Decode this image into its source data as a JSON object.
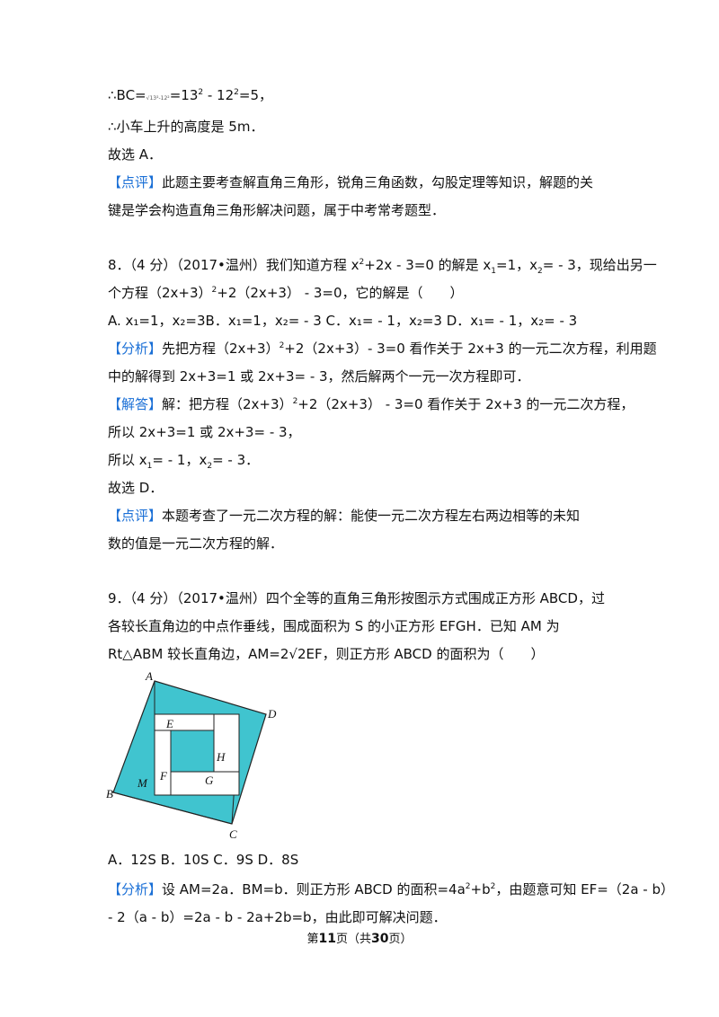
{
  "lines": {
    "l1_a": "∴BC=",
    "l1_b": "√13²-12²",
    "l1_c": "=13",
    "l1_d": "2",
    "l1_e": " - 12",
    "l1_f": "2",
    "l1_g": "=5，",
    "l2": "∴小车上升的高度是 5m．",
    "l3": "故选 A．",
    "l4_tag": "【点评】",
    "l4_text": "此题主要考查解直角三角形，锐角三角函数，勾股定理等知识，解题的关",
    "l5": "键是学会构造直角三角形解决问题，属于中考常考题型．",
    "q8_a": "8．（4 分）（2017•温州）我们知道方程 x",
    "q8_b": "2",
    "q8_c": "+2x - 3=0 的解是 x",
    "q8_d": "1",
    "q8_e": "=1，x",
    "q8_f": "2",
    "q8_g": "= - 3，现给出另一",
    "q8_2a": "个方程（2x+3）",
    "q8_2b": "2",
    "q8_2c": "+2（2x+3） - 3=0，它的解是（　　）",
    "q8_opt": "A. x₁=1，x₂=3B．x₁=1，x₂= - 3 C．x₁= - 1，x₂=3 D．x₁= - 1，x₂= - 3",
    "fx_tag": "【分析】",
    "fx_a": "先把方程（2x+3）",
    "fx_b": "2",
    "fx_c": "+2（2x+3）- 3=0 看作关于 2x+3 的一元二次方程，利用题",
    "fx2": "中的解得到 2x+3=1 或 2x+3= - 3，然后解两个一元一次方程即可．",
    "jd_tag": "【解答】",
    "jd_a": "解：把方程（2x+3）",
    "jd_b": "2",
    "jd_c": "+2（2x+3） - 3=0 看作关于 2x+3 的一元二次方程，",
    "jd2": "所以 2x+3=1 或 2x+3= - 3，",
    "jd3_a": "所以 x",
    "jd3_b": "1",
    "jd3_c": "= - 1，x",
    "jd3_d": "2",
    "jd3_e": "= - 3．",
    "jd4": "故选 D．",
    "dp_tag": "【点评】",
    "dp_text": "本题考查了一元二次方程的解：能使一元二次方程左右两边相等的未知",
    "dp2": "数的值是一元二次方程的解．",
    "q9_1": "9．（4 分）（2017•温州）四个全等的直角三角形按图示方式围成正方形 ABCD，过",
    "q9_2": "各较长直角边的中点作垂线，围成面积为 S 的小正方形 EFGH．已知 AM 为",
    "q9_3": "Rt△ABM 较长直角边，AM=2√2EF，则正方形 ABCD 的面积为（　　）",
    "q9_opt": "A．12S  B．10S  C．9S    D．8S",
    "fx9_tag": "【分析】",
    "fx9_a": "设 AM=2a．BM=b．则正方形 ABCD 的面积=4a",
    "fx9_b": "2",
    "fx9_c": "+b",
    "fx9_d": "2",
    "fx9_e": "，由题意可知 EF=（2a - b）",
    "fx9_2": " - 2（a - b）=2a - b - 2a+2b=b，由此即可解决问题．"
  },
  "figure": {
    "labels": {
      "A": "A",
      "B": "B",
      "C": "C",
      "D": "D",
      "E": "E",
      "F": "F",
      "G": "G",
      "H": "H",
      "M": "M"
    },
    "fill_color": "#40c4cf"
  },
  "footer": {
    "a": "第",
    "b": "11",
    "c": "页（共",
    "d": "30",
    "e": "页）"
  },
  "colors": {
    "tag": "#1a6fd6"
  }
}
